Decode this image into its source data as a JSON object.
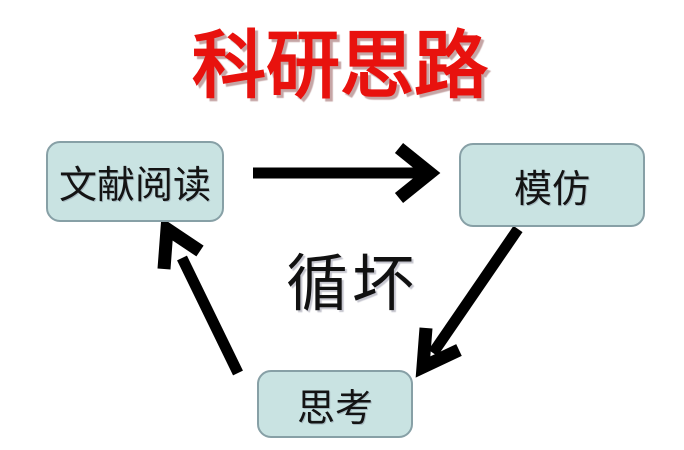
{
  "page": {
    "background_color": "#ffffff"
  },
  "title": {
    "text": "科研思路",
    "color": "#e8120e"
  },
  "diagram": {
    "nodes": [
      {
        "id": "literature-reading",
        "label": "文献阅读"
      },
      {
        "id": "imitate",
        "label": "模仿"
      },
      {
        "id": "think",
        "label": "思考"
      }
    ],
    "center_label": "循坏",
    "edges": [
      {
        "from": "literature-reading",
        "to": "imitate"
      },
      {
        "from": "imitate",
        "to": "think"
      },
      {
        "from": "think",
        "to": "literature-reading"
      }
    ],
    "node_fill_color": "#c9e3e2",
    "node_border_color": "#87a0a6",
    "arrow_color": "#000000",
    "text_color": "#111111"
  }
}
